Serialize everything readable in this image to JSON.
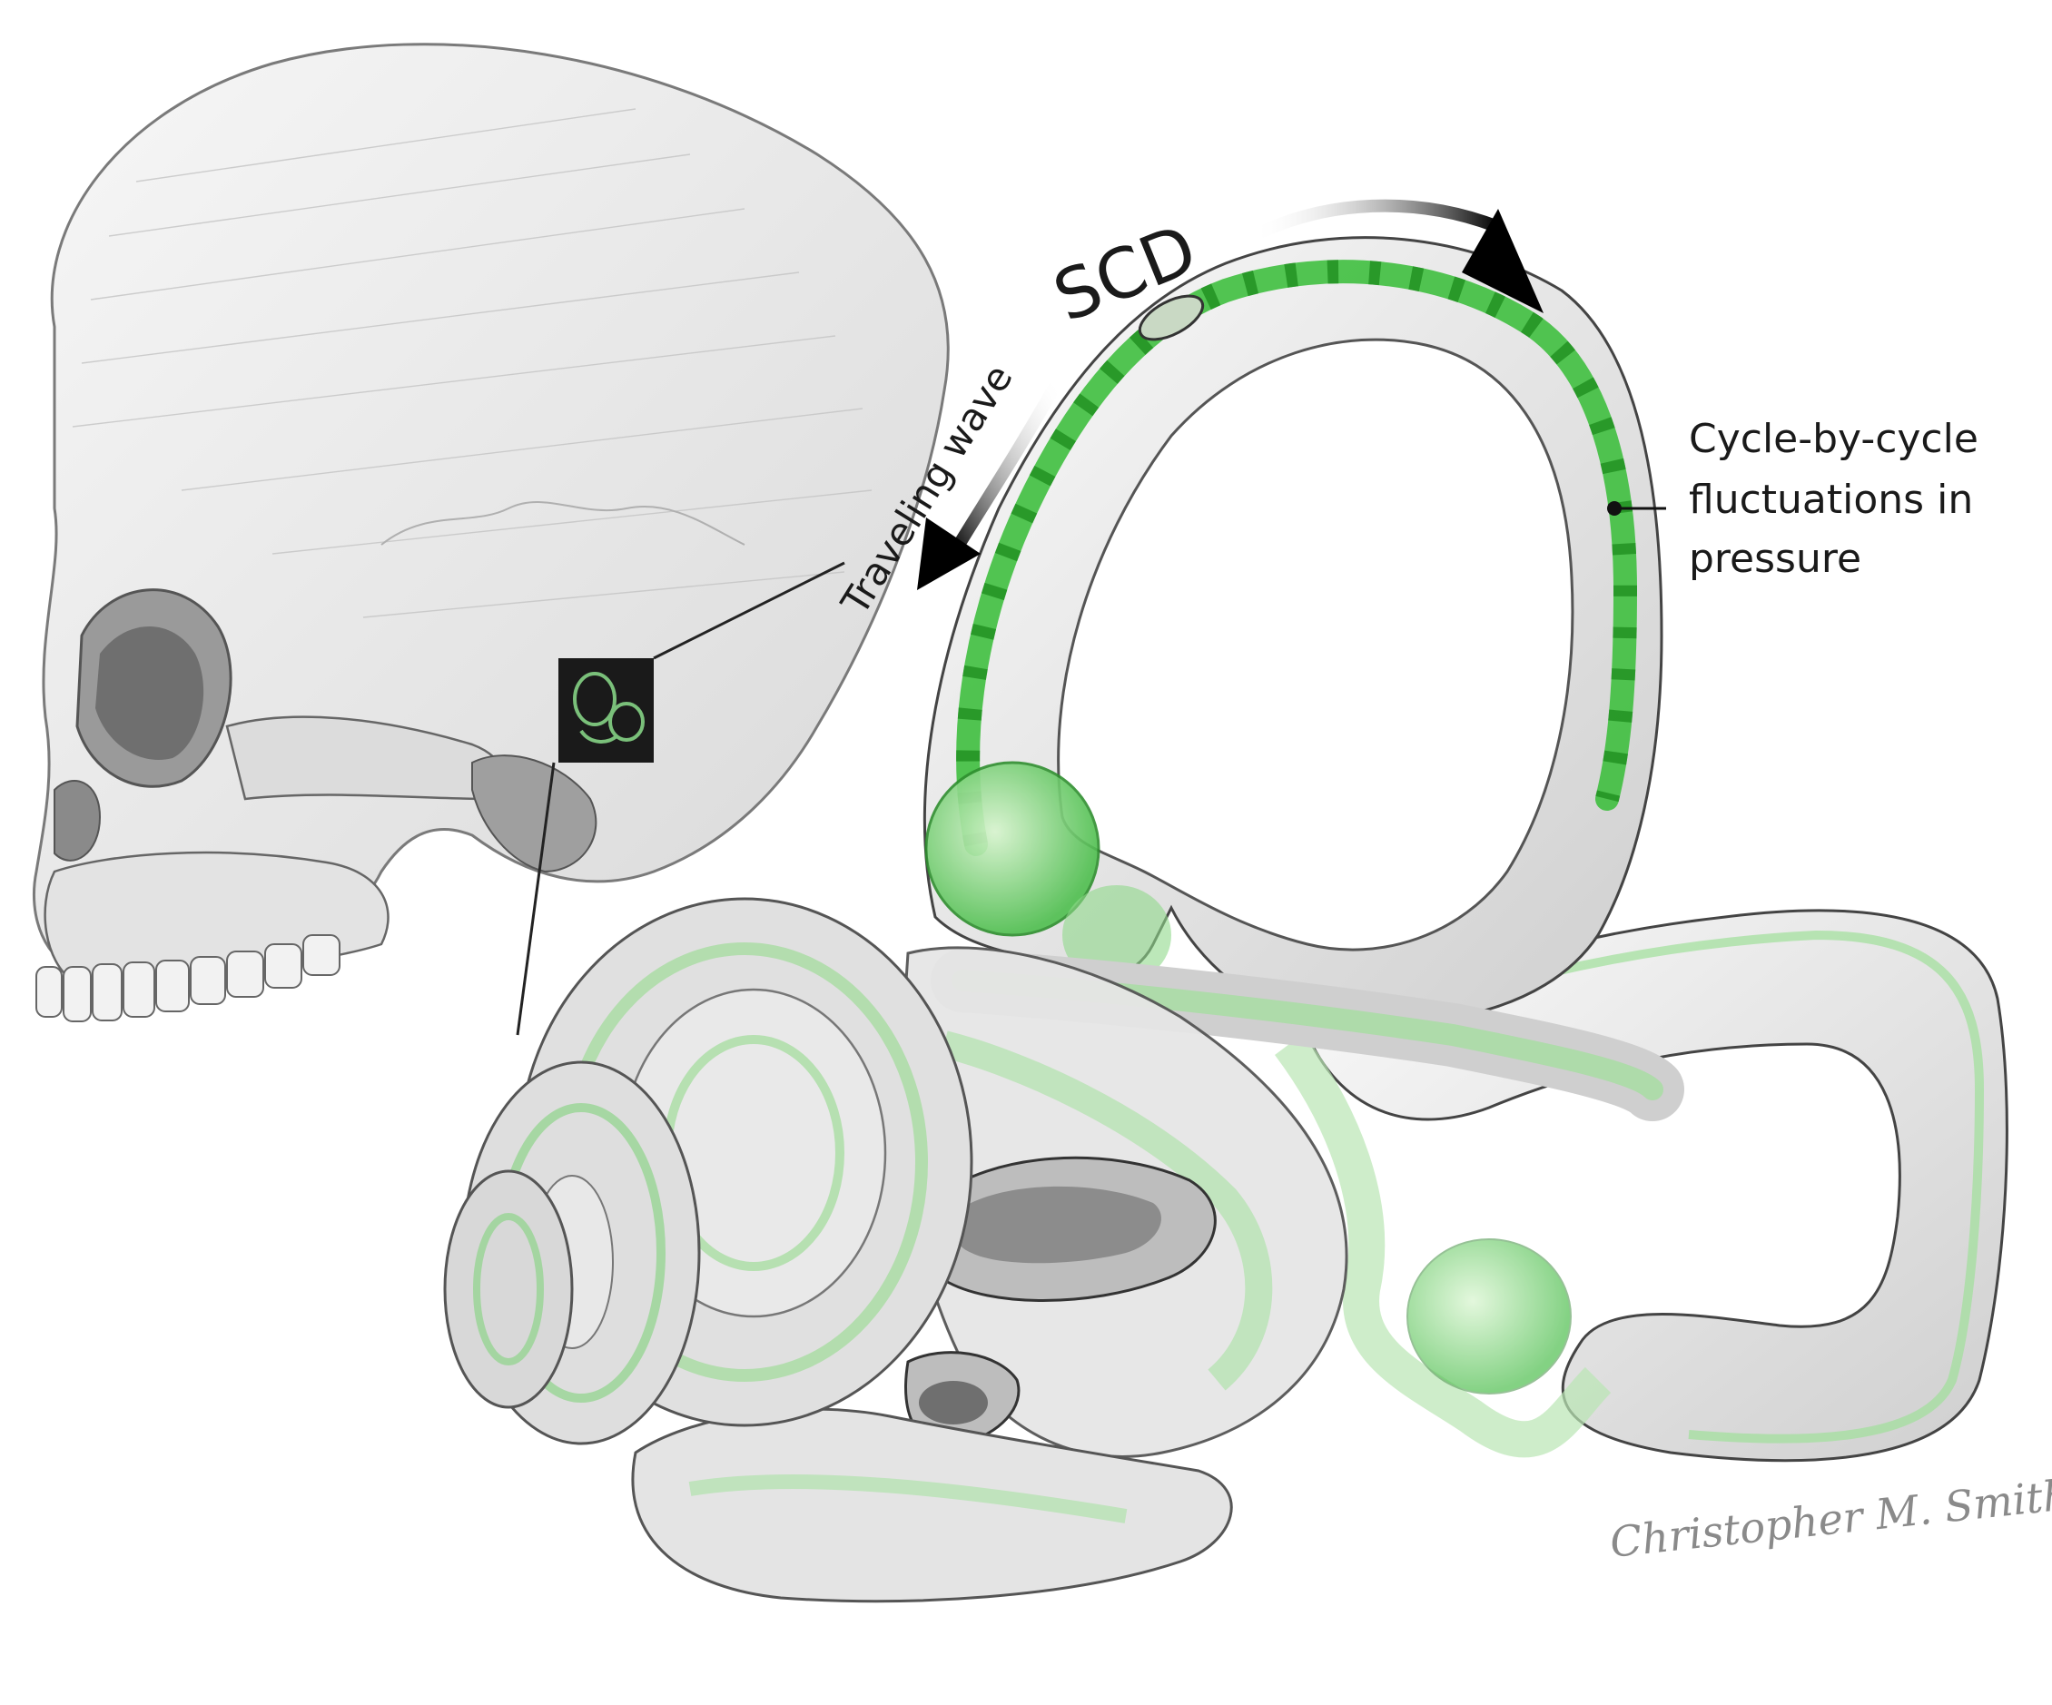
{
  "labels": {
    "scd": "SCD",
    "traveling_wave": "Traveling wave",
    "cycle_line1": "Cycle-by-cycle",
    "cycle_line2": "fluctuations in",
    "cycle_line3": "pressure"
  },
  "signature": "Christopher M. Smith",
  "colors": {
    "fluid_green": "#3fbf3f",
    "fluid_light": "#bfeabb",
    "bone": "#e9e9e9",
    "outline": "#555555",
    "text": "#1a1a1a"
  }
}
